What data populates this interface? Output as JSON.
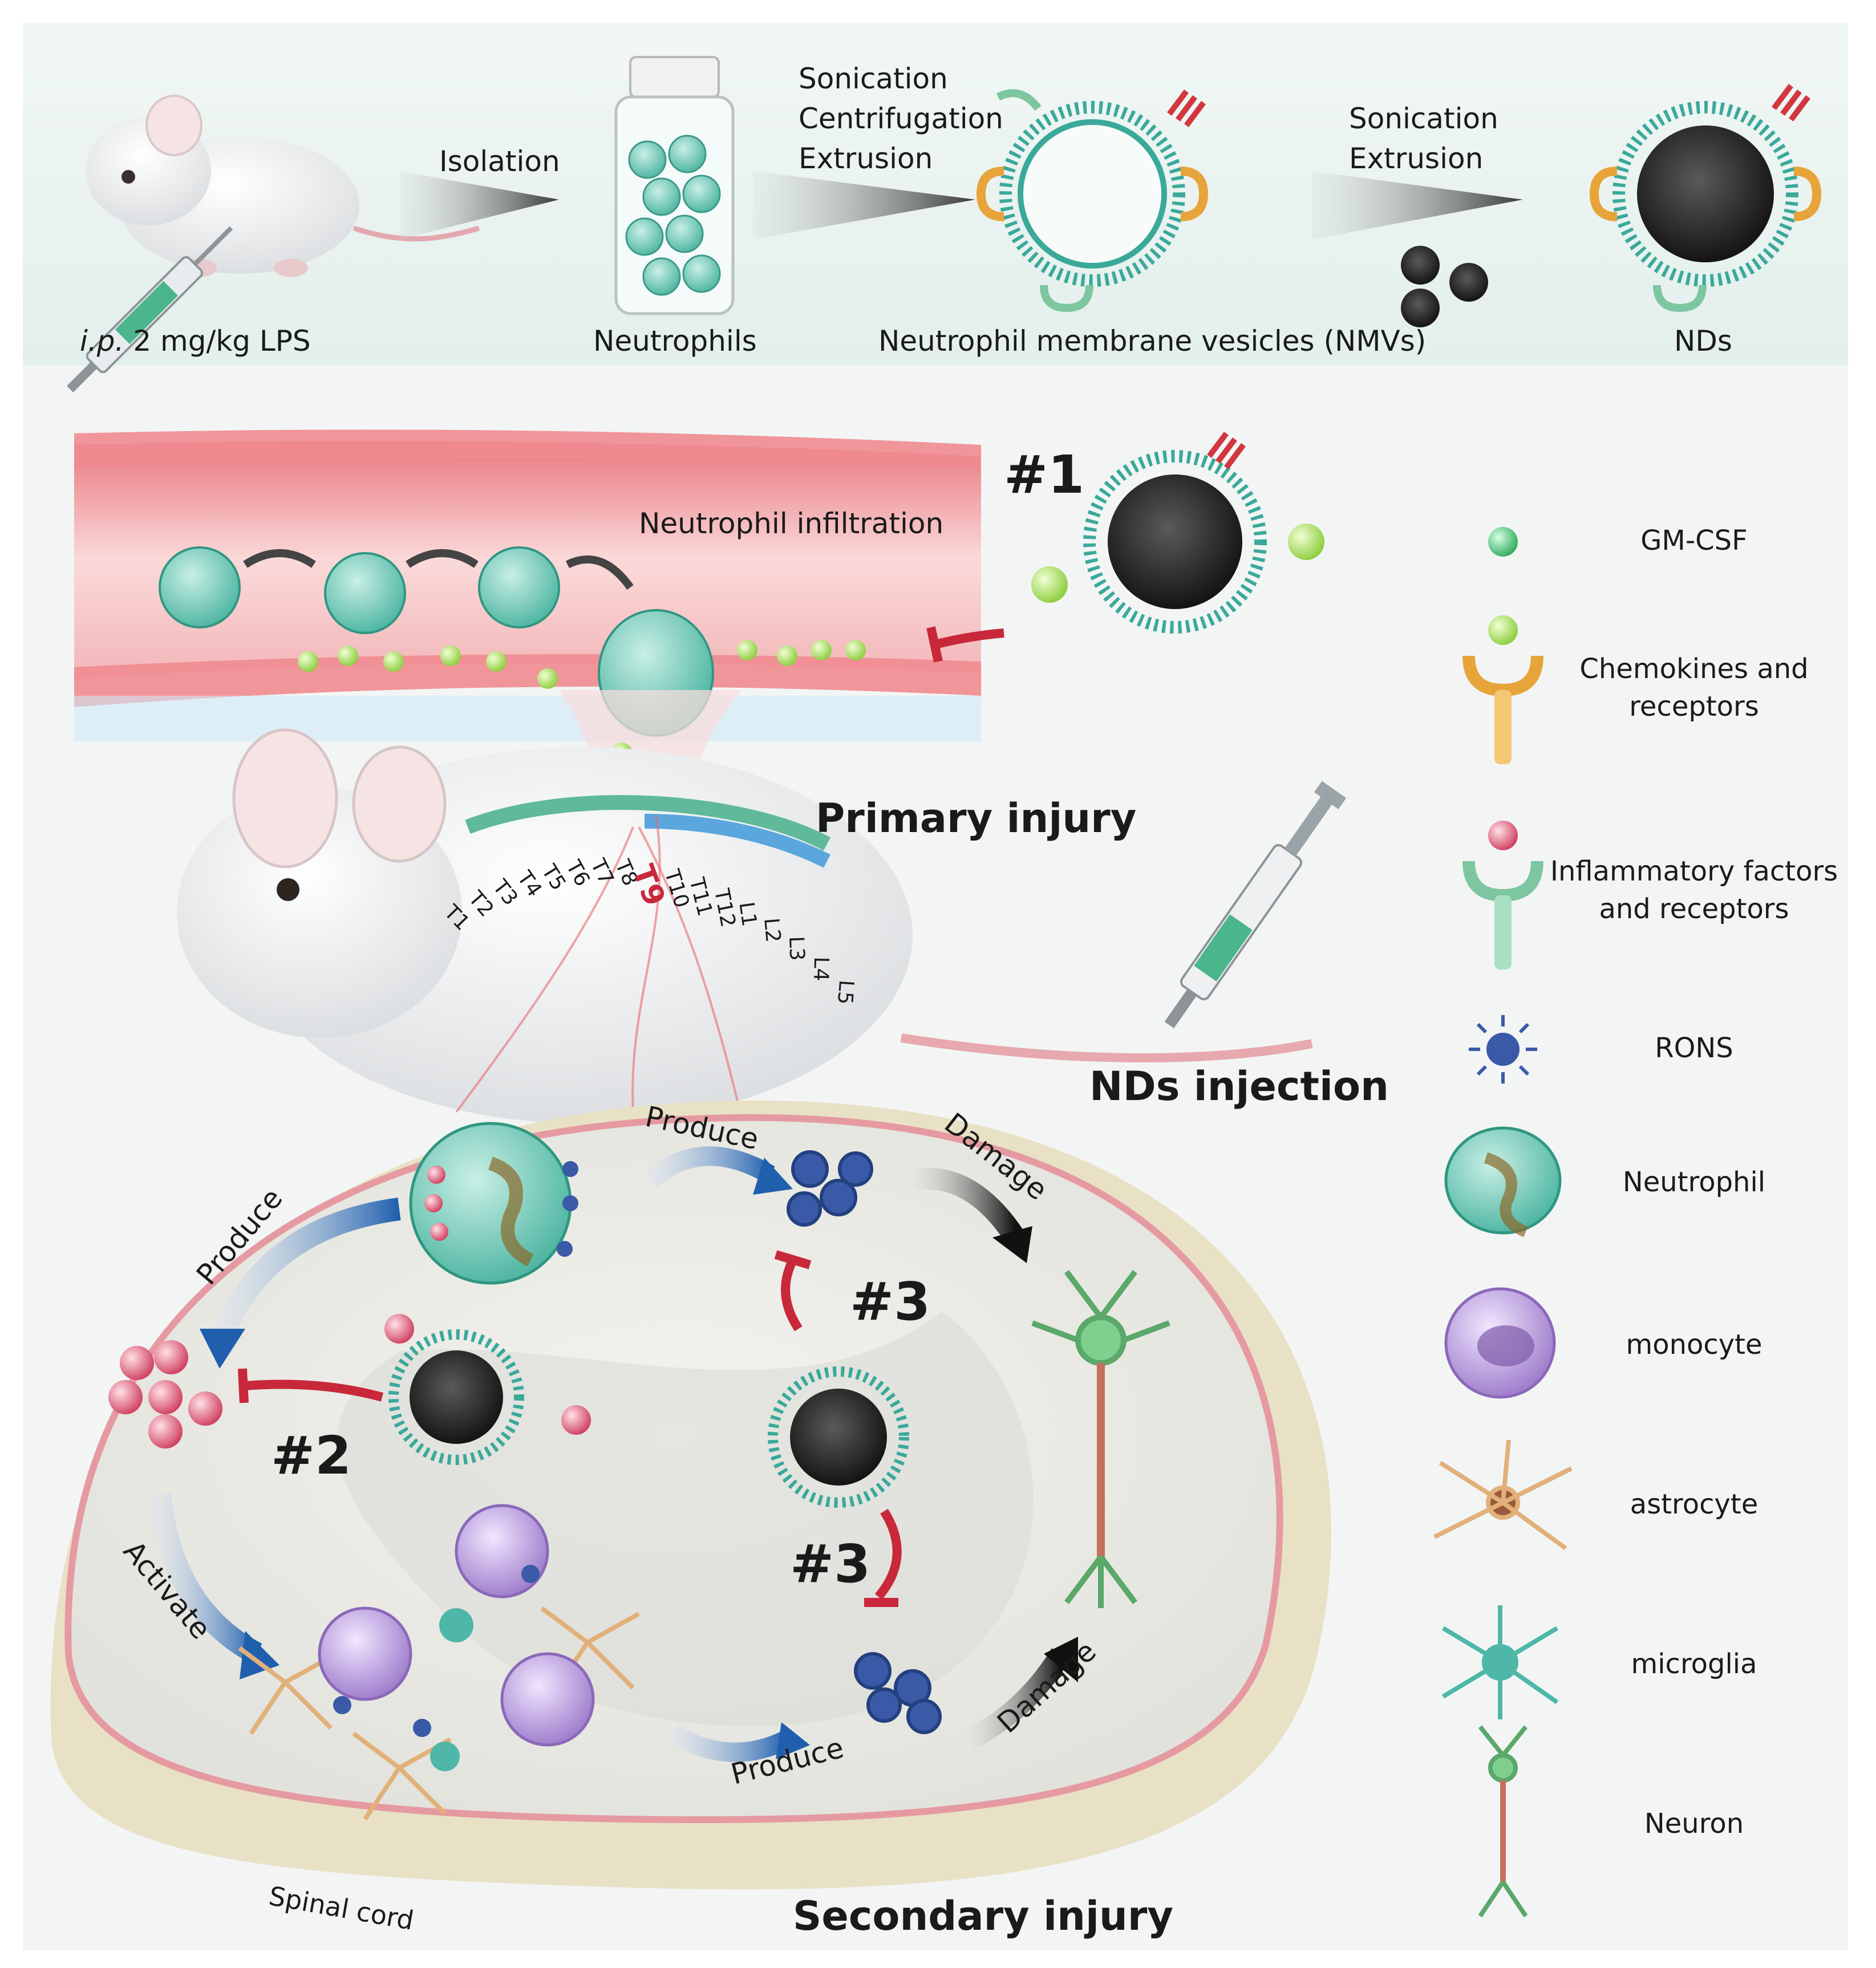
{
  "process": {
    "injection_prefix": "i.p.",
    "injection_rest": "2 mg/kg LPS",
    "step1_label": "Isolation",
    "step2_lines": [
      "Sonication",
      "Centrifugation",
      "Extrusion"
    ],
    "step3_lines": [
      "Sonication",
      "Extrusion"
    ],
    "neutrophils": "Neutrophils",
    "nmvs": "Neutrophil membrane vesicles (NMVs)",
    "nds": "NDs"
  },
  "vessel": {
    "infiltration": "Neutrophil infiltration",
    "mark1": "#1"
  },
  "mouse": {
    "primary_injury": "Primary injury",
    "injection": "NDs injection",
    "vertebrae": [
      "T1",
      "T2",
      "T3",
      "T4",
      "T5",
      "T6",
      "T7",
      "T8",
      "T9",
      "T10",
      "T11",
      "T12",
      "L1",
      "L2",
      "L3",
      "L4",
      "L5"
    ],
    "injury_site": "T9"
  },
  "cord": {
    "produce_1": "Produce",
    "produce_2": "Produce",
    "produce_3": "Produce",
    "damage_1": "Damage",
    "damage_2": "Damage",
    "activate": "Activate",
    "mark2": "#2",
    "mark3a": "#3",
    "mark3b": "#3",
    "spinal_cord": "Spinal cord",
    "secondary_injury": "Secondary injury"
  },
  "legend": [
    {
      "icon": "gm-csf-icon",
      "label": "GM-CSF"
    },
    {
      "icon": "chemokine-receptor-icon",
      "label": "Chemokines and receptors"
    },
    {
      "icon": "inflammatory-receptor-icon",
      "label": "Inflammatory factors and receptors"
    },
    {
      "icon": "rons-icon",
      "label": "RONS"
    },
    {
      "icon": "neutrophil-icon",
      "label": "Neutrophil"
    },
    {
      "icon": "monocyte-icon",
      "label": "monocyte"
    },
    {
      "icon": "astrocyte-icon",
      "label": "astrocyte"
    },
    {
      "icon": "microglia-icon",
      "label": "microglia"
    },
    {
      "icon": "neuron-icon",
      "label": "Neuron"
    }
  ],
  "colors": {
    "membrane": "#3aa99a",
    "core": "#2b2b2b",
    "gm_csf": "#3cbf6a",
    "chemokine": "#9fd24a",
    "inflammatory": "#d8486a",
    "rons": "#3a5aa8",
    "inhibit": "#c8283a",
    "vessel": "#f0a5a8",
    "monocyte": "#a98ad0",
    "astrocyte": "#e2b07a",
    "microglia": "#4fb7a8"
  }
}
